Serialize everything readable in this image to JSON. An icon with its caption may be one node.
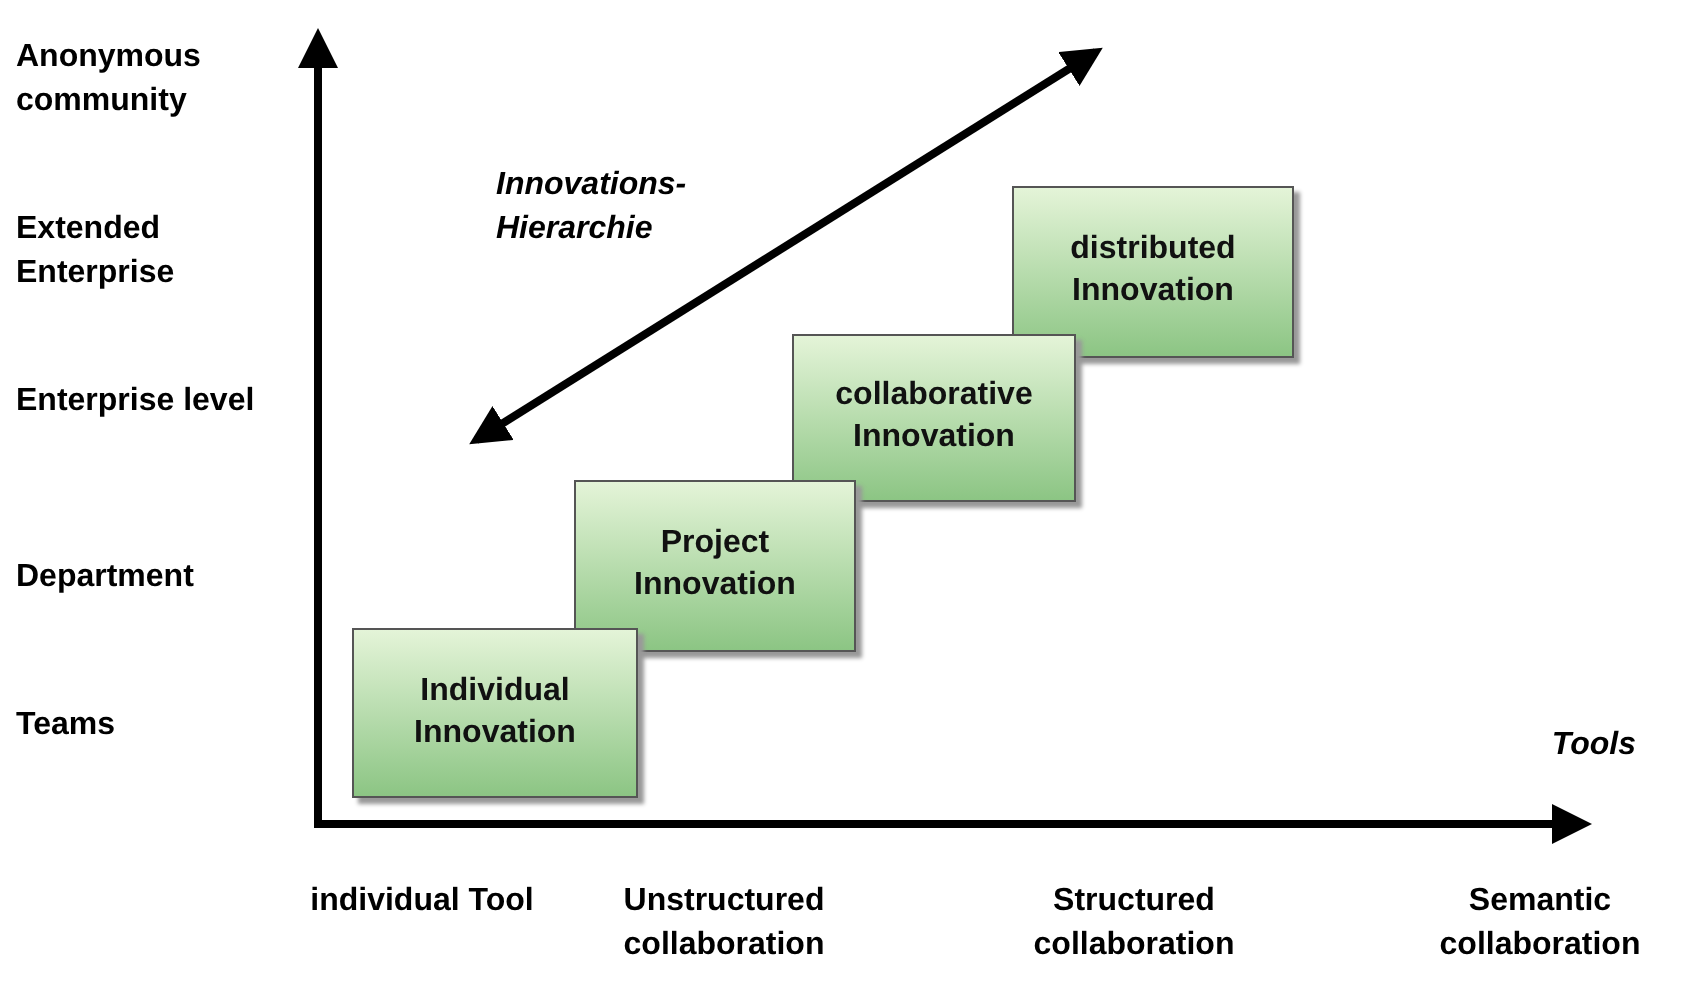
{
  "diagram": {
    "nodes": [
      {
        "text": [
          "Individual Innovation"
        ]
      },
      {
        "text": [
          "Project Innovation"
        ]
      },
      {
        "text": [
          "collaborative Innovation"
        ]
      },
      {
        "text": [
          "distributed Innovation"
        ]
      }
    ],
    "labels": [
      "Anonymous community",
      "Innovations- Hierarchie",
      "Extended Enterprise",
      "Enterprise level",
      "Department",
      "Teams",
      "Tools",
      "individual Tool",
      "Unstructured collaboration",
      "Structured collaboration",
      "Semantic collaboration"
    ]
  }
}
